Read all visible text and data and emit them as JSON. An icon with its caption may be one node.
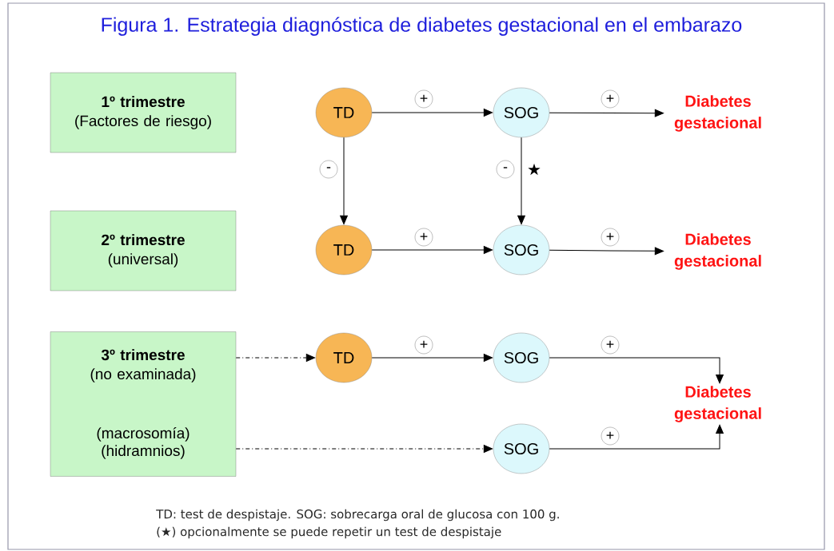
{
  "diagram": {
    "title": "Figura 1. Estrategia diagnóstica de diabetes gestacional en el embarazo",
    "nodes": [
      {
        "text": [
          "1º trimestre",
          "(Factores de riesgo)"
        ]
      },
      {
        "text": [
          "2º trimestre",
          "(universal)"
        ]
      },
      {
        "text": [
          "3º trimestre",
          "(no examinada)",
          "(macrosomía) (hidramnios)"
        ]
      },
      {
        "text": [
          "TD"
        ]
      },
      {
        "text": [
          "SOG"
        ]
      },
      {
        "text": [
          "Diabetes gestacional"
        ]
      },
      {
        "text": [
          "TD"
        ]
      },
      {
        "text": [
          "SOG"
        ]
      },
      {
        "text": [
          "Diabetes gestacional"
        ]
      },
      {
        "text": [
          "TD"
        ]
      },
      {
        "text": [
          "SOG"
        ]
      },
      {
        "text": [
          "Diabetes gestacional"
        ]
      },
      {
        "text": [
          "SOG"
        ]
      }
    ],
    "edges": [
      {
        "from": 3,
        "to": 4,
        "arrow": "to",
        "label": "+"
      },
      {
        "from": 4,
        "to": 5,
        "arrow": "to",
        "label": "+"
      },
      {
        "from": 3,
        "to": 6,
        "arrow": "to",
        "label": "-"
      },
      {
        "from": 4,
        "to": 7,
        "arrow": "to",
        "label": "-"
      },
      {
        "from": 6,
        "to": 7,
        "arrow": "to",
        "label": "+"
      },
      {
        "from": 7,
        "to": 8,
        "arrow": "to",
        "label": "+"
      },
      {
        "from": 2,
        "to": 9,
        "arrow": "to",
        "style": "dashed"
      },
      {
        "from": 9,
        "to": 10,
        "arrow": "to",
        "label": "+"
      },
      {
        "from": 10,
        "to": 11,
        "arrow": "to",
        "label": "+"
      },
      {
        "from": 2,
        "to": 12,
        "arrow": "to",
        "style": "dashed"
      },
      {
        "from": 12,
        "to": 11,
        "arrow": "to",
        "label": "+"
      }
    ],
    "labels": [
      "★",
      "TD: test de despistaje. SOG: sobrecarga oral de glucosa con 100 g.",
      "(★) opcionalmente se puede repetir un test de despistaje"
    ]
  }
}
